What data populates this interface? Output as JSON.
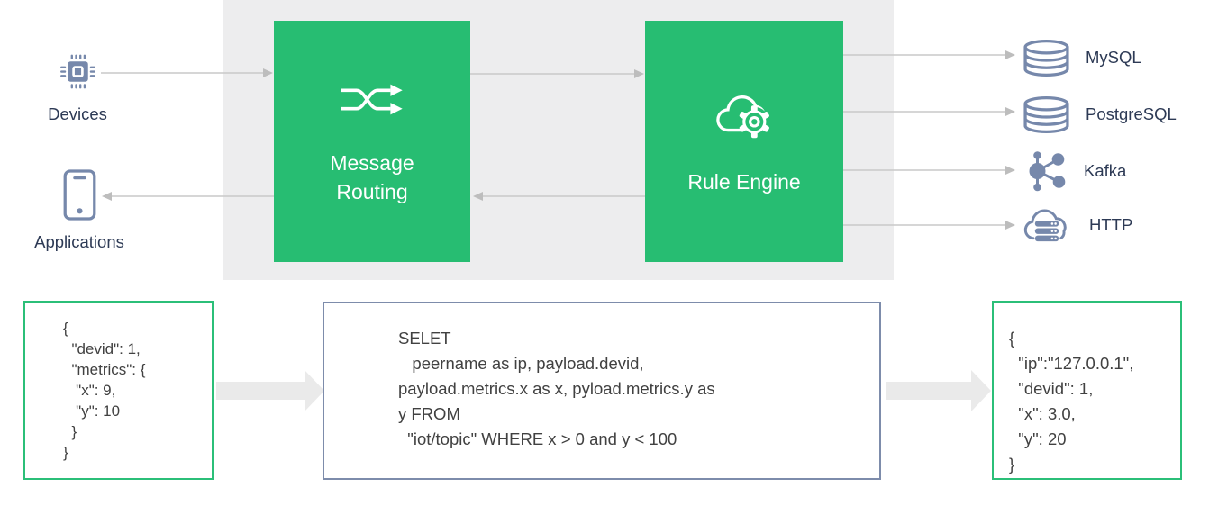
{
  "nodes": {
    "message_routing": {
      "label": "Message\nRouting",
      "icon": "shuffle-icon"
    },
    "rule_engine": {
      "label": "Rule Engine",
      "icon": "cloud-gear-icon"
    }
  },
  "inputs": [
    {
      "label": "Devices",
      "icon": "chip-icon"
    },
    {
      "label": "Applications",
      "icon": "smartphone-icon"
    }
  ],
  "outputs": [
    {
      "label": "MySQL",
      "icon": "database-icon"
    },
    {
      "label": "PostgreSQL",
      "icon": "database-icon"
    },
    {
      "label": "Kafka",
      "icon": "kafka-graph-icon"
    },
    {
      "label": "HTTP",
      "icon": "cloud-server-icon"
    }
  ],
  "code_boxes": {
    "input_json": "{\n  \"devid\": 1,\n  \"metrics\": {\n   \"x\": 9,\n   \"y\": 10\n  }\n}",
    "sql": "SELET\n   peername as ip, payload.devid,\npayload.metrics.x as x, pyload.metrics.y as\ny FROM\n  \"iot/topic\" WHERE x > 0 and y < 100",
    "output_json": "{\n  \"ip\":\"127.0.0.1\",\n  \"devid\": 1,\n  \"x\": 3.0,\n  \"y\": 20\n}"
  },
  "colors": {
    "accent_green": "#27BD72",
    "panel_gray": "#EDEDEE",
    "icon_slate": "#7688AB",
    "label_navy": "#2D3A55",
    "code_gray": "#414141",
    "thin_arrow": "#C9C9C9",
    "thick_arrow": "#EAEAEA",
    "sql_box_border": "#7D8CAB"
  }
}
